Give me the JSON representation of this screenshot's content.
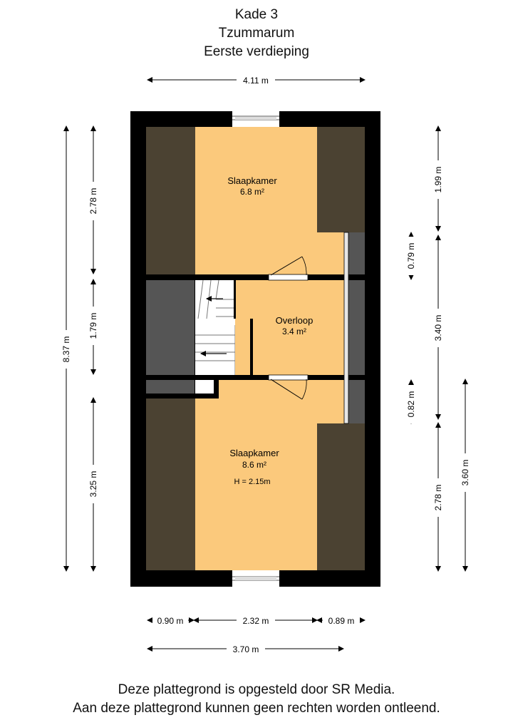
{
  "header": {
    "street": "Kade 3",
    "town": "Tzummarum",
    "floor": "Eerste verdieping"
  },
  "rooms": {
    "slaapkamer_top": {
      "name": "Slaapkamer",
      "area": "6.8 m²"
    },
    "overloop": {
      "name": "Overloop",
      "area": "3.4 m²"
    },
    "slaapkamer_bottom": {
      "name": "Slaapkamer",
      "area": "8.6 m²",
      "height": "H = 2.15m"
    }
  },
  "dimensions": {
    "top_width": "4.11 m",
    "left_total": "8.37 m",
    "left_top": "2.78 m",
    "left_mid": "1.79 m",
    "left_bottom": "3.25 m",
    "right_top": "1.99 m",
    "right_small_top": "0.79 m",
    "right_mid": "3.40 m",
    "right_small_bottom": "0.82 m",
    "right_bottom": "2.78 m",
    "far_right": "3.60 m",
    "bottom_left": "0.90 m",
    "bottom_mid": "2.32 m",
    "bottom_right": "0.89 m",
    "bottom_total": "3.70 m"
  },
  "colors": {
    "wall": "#000000",
    "room": "#fbc97c",
    "roof_slope": "#4b4232",
    "void": "#555555"
  },
  "footer": {
    "line1": "Deze plattegrond is opgesteld door SR Media.",
    "line2": "Aan deze plattegrond kunnen geen rechten worden ontleend."
  }
}
